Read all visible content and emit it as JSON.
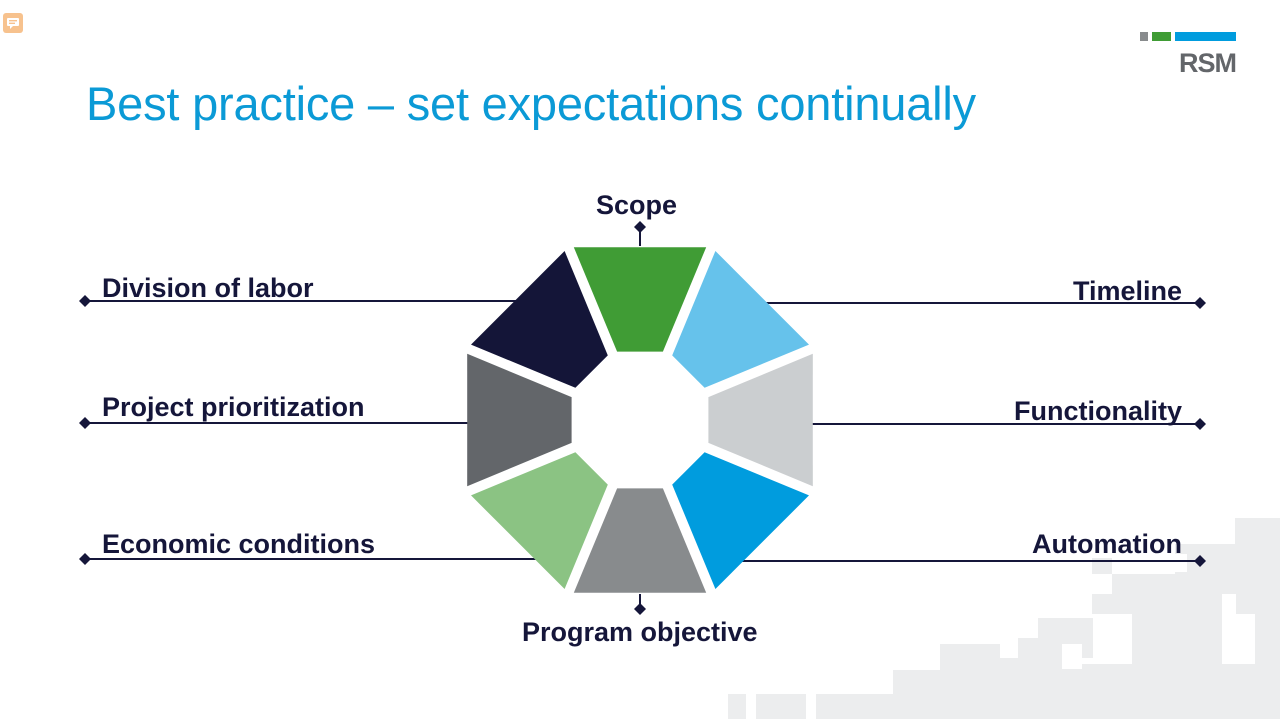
{
  "slide": {
    "title": "Best practice – set expectations continually",
    "logo_text": "RSM"
  },
  "diagram": {
    "segments": [
      {
        "label": "Scope",
        "color": "#409c35"
      },
      {
        "label": "Timeline",
        "color": "#66c2eb"
      },
      {
        "label": "Functionality",
        "color": "#cbced0"
      },
      {
        "label": "Automation",
        "color": "#009cde"
      },
      {
        "label": "Program objective",
        "color": "#888b8d"
      },
      {
        "label": "Economic conditions",
        "color": "#8bc383"
      },
      {
        "label": "Project prioritization",
        "color": "#63666a"
      },
      {
        "label": "Division of labor",
        "color": "#141538"
      }
    ]
  },
  "colors": {
    "title": "#0b9ad6",
    "label_text": "#15163a",
    "connector": "#15163a",
    "logo_gray": "#888b8d",
    "logo_green": "#3f9c35",
    "logo_blue": "#009cde",
    "logo_text": "#63666a",
    "background_pattern": "#ecedee"
  }
}
